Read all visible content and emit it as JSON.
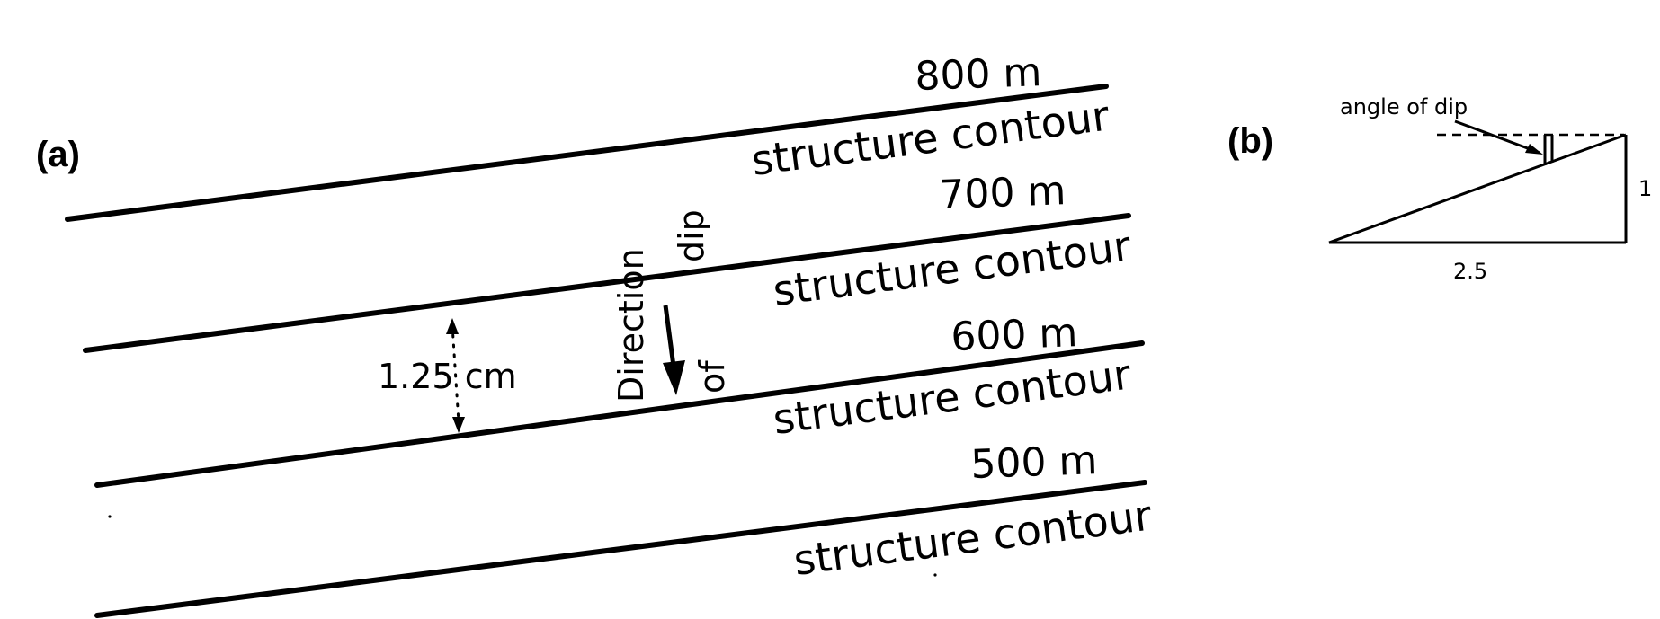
{
  "panel_a": {
    "label": "(a)",
    "contours": [
      {
        "elevation": "800 m",
        "caption": "structure contour"
      },
      {
        "elevation": "700 m",
        "caption": "structure contour"
      },
      {
        "elevation": "600 m",
        "caption": "structure contour"
      },
      {
        "elevation": "500 m",
        "caption": "structure contour"
      }
    ],
    "spacing_label": "1.25 cm",
    "direction_word_1": "Direction",
    "direction_word_2": "of",
    "direction_word_3": "dip"
  },
  "panel_b": {
    "label": "(b)",
    "angle_label": "angle of dip",
    "vertical_label": "1",
    "horizontal_label": "2.5"
  }
}
